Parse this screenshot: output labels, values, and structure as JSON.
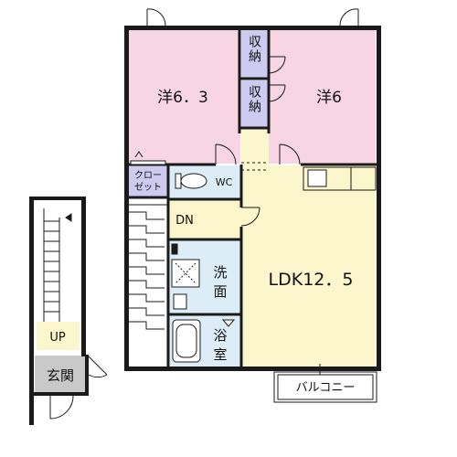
{
  "rooms": {
    "western_left": "洋6．3",
    "western_right": "洋6",
    "storage_top": "収納",
    "storage_bottom": "収納",
    "closet_line1": "クロー",
    "closet_line2": "ゼット",
    "wc": "WC",
    "dn": "DN",
    "washroom_line1": "洗",
    "washroom_line2": "面",
    "ldk": "LDK12．5",
    "bath_line1": "浴",
    "bath_line2": "室",
    "up": "UP",
    "entrance": "玄関",
    "balcony": "バルコニー"
  },
  "colors": {
    "western_room": "#f7d5e3",
    "storage": "#cfcaf0",
    "wet_area": "#dcedf7",
    "ldk_floor": "#fbf6cb",
    "entrance": "#c9c9c9",
    "wall": "#1a1a1a"
  }
}
